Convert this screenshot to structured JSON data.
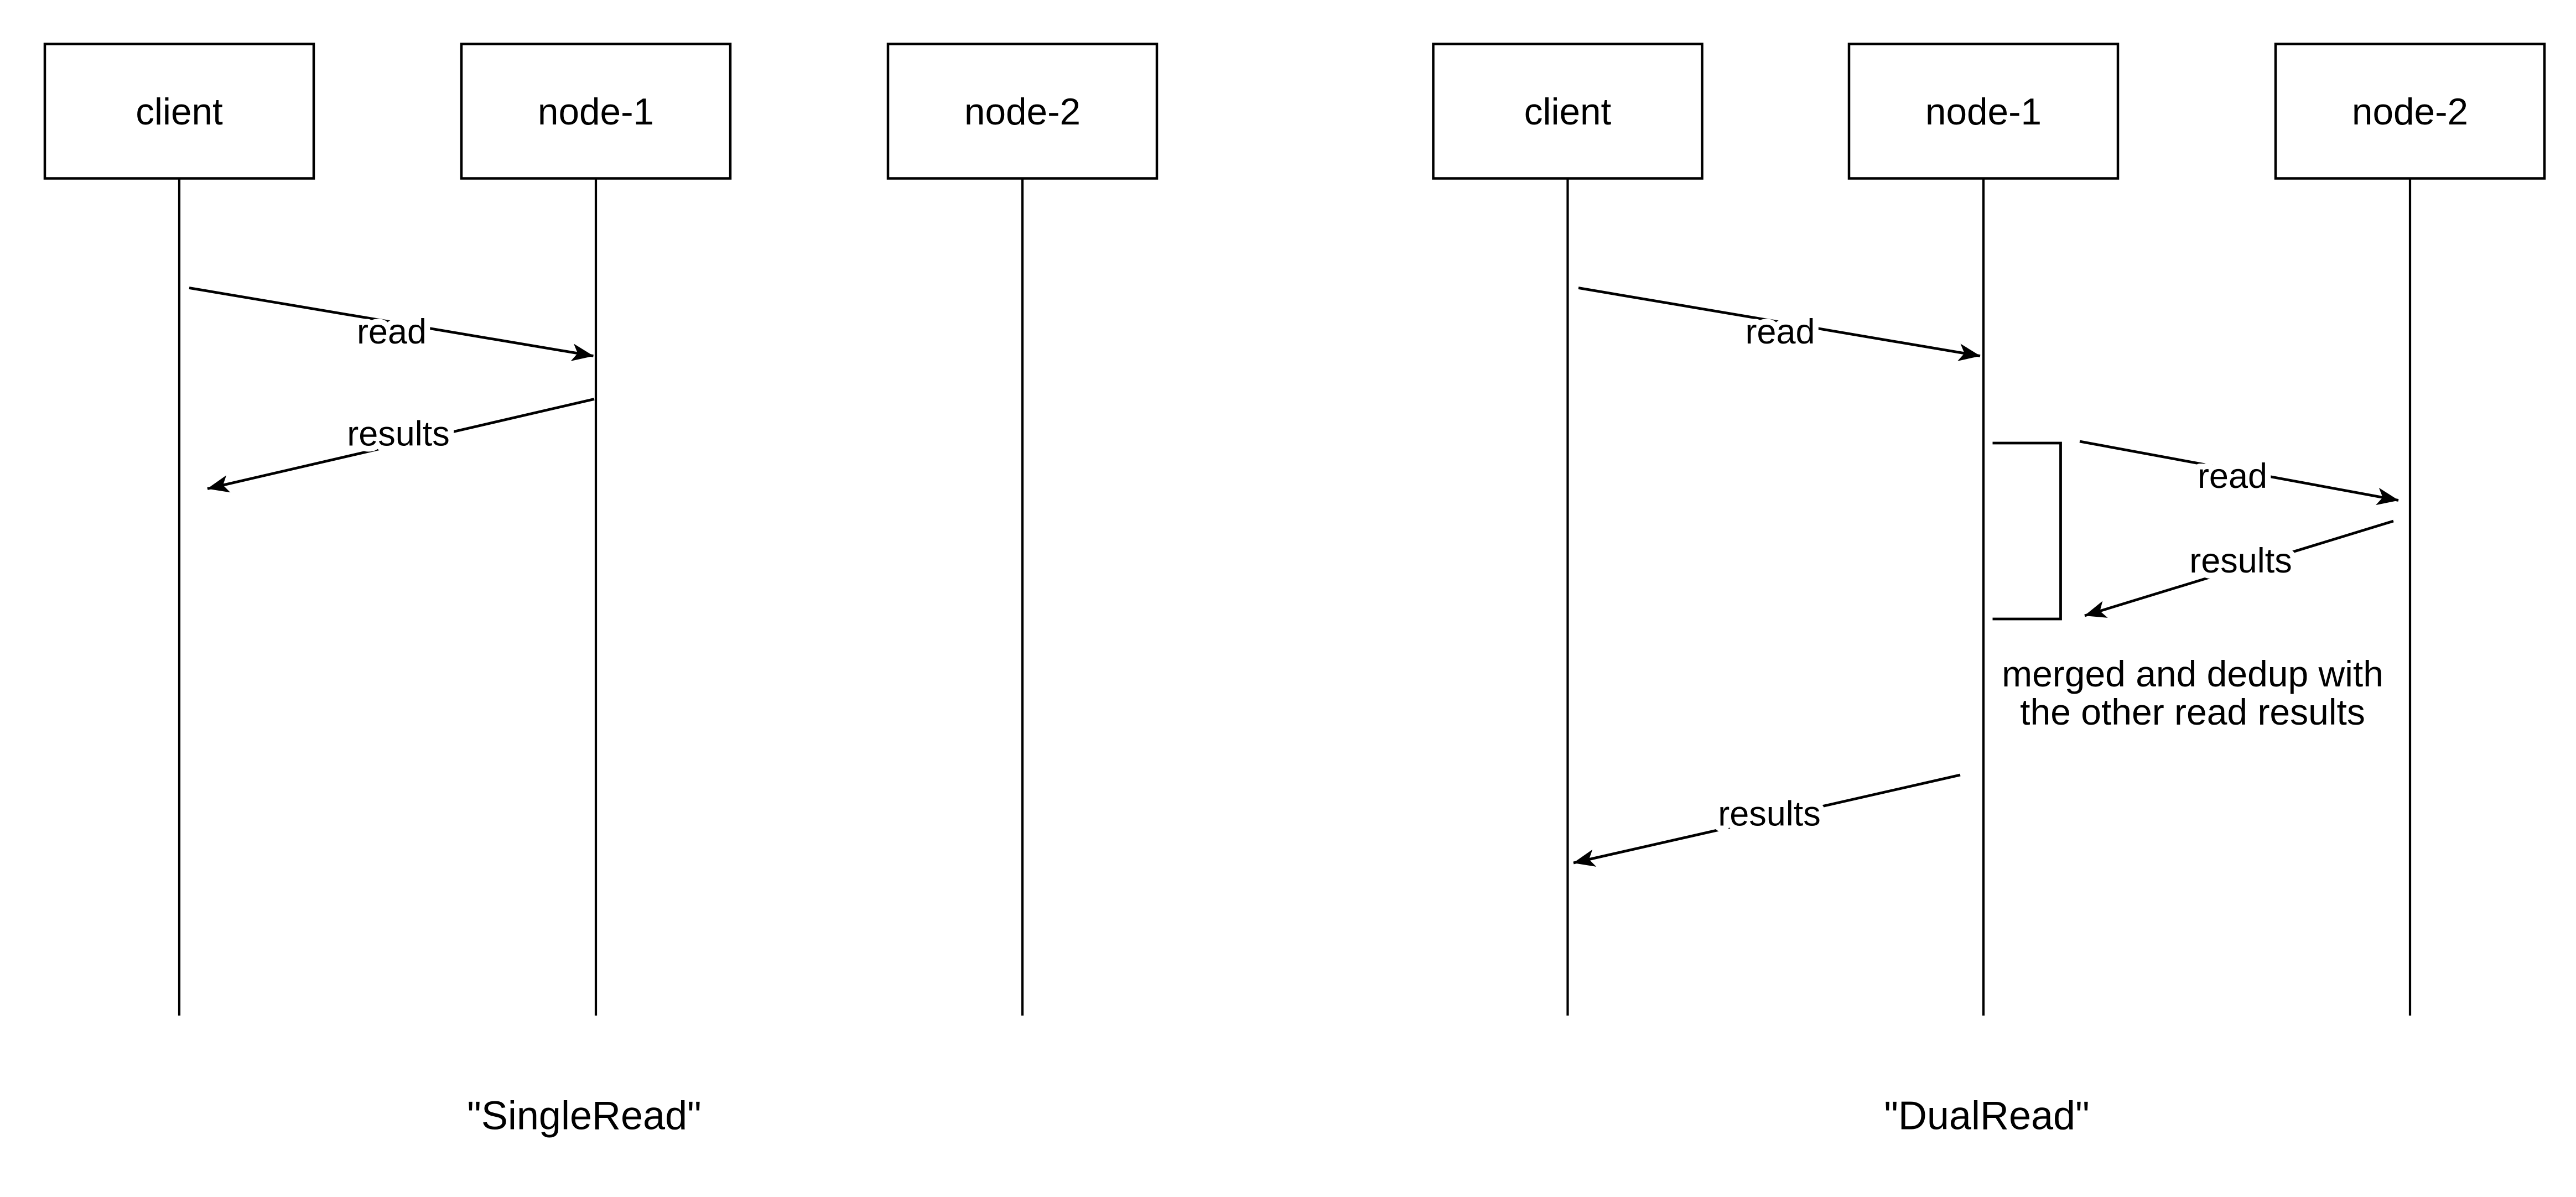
{
  "page": {
    "background": "#ffffff",
    "ink": "#000000"
  },
  "diagrams": [
    {
      "caption": "\"SingleRead\"",
      "actors": [
        {
          "label": "client"
        },
        {
          "label": "node-1"
        },
        {
          "label": "node-2"
        }
      ],
      "messages": [
        {
          "label": "read",
          "from": "client",
          "to": "node-1"
        },
        {
          "label": "results",
          "from": "node-1",
          "to": "client"
        }
      ]
    },
    {
      "caption": "\"DualRead\"",
      "actors": [
        {
          "label": "client"
        },
        {
          "label": "node-1"
        },
        {
          "label": "node-2"
        }
      ],
      "messages": [
        {
          "label": "read",
          "from": "client",
          "to": "node-1"
        },
        {
          "label": "read",
          "from": "node-1",
          "to": "node-2"
        },
        {
          "label": "results",
          "from": "node-2",
          "to": "node-1"
        },
        {
          "label": "results",
          "from": "node-1",
          "to": "client"
        }
      ],
      "note": {
        "line1": "merged and dedup with",
        "line2": "the other read results"
      }
    }
  ]
}
